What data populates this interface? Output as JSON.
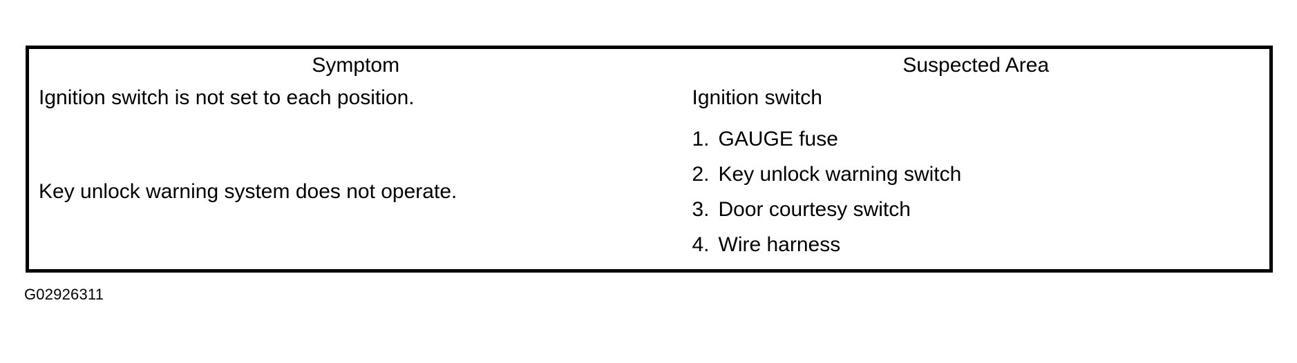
{
  "table": {
    "headers": [
      {
        "label": "Symptom"
      },
      {
        "label": "Suspected Area"
      }
    ],
    "rows": [
      {
        "symptom": "Ignition switch is not set to each position.",
        "area_text": "Ignition switch",
        "area_list": []
      },
      {
        "symptom": "Key unlock warning system does not operate.",
        "area_text": "",
        "area_list": [
          {
            "num": "1.",
            "text": "GAUGE fuse"
          },
          {
            "num": "2.",
            "text": "Key unlock warning switch"
          },
          {
            "num": "3.",
            "text": "Door courtesy switch"
          },
          {
            "num": "4.",
            "text": "Wire harness"
          }
        ]
      }
    ]
  },
  "caption": {
    "id": "G02926311"
  },
  "colors": {
    "border": "#000000",
    "text": "#000000",
    "background": "#ffffff"
  }
}
